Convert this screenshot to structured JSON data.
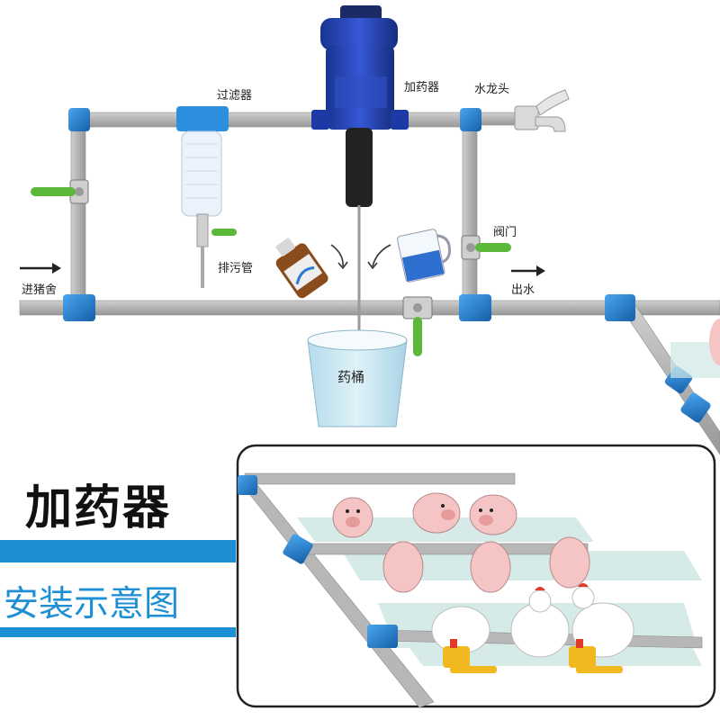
{
  "labels": {
    "filter": "过滤器",
    "doser": "加药器",
    "faucet": "水龙头",
    "drain": "排污管",
    "valve": "阀门",
    "inlet": "进猪舍",
    "outlet": "出水",
    "bucket": "药桶"
  },
  "title": "加药器",
  "subtitle": "安装示意图",
  "colors": {
    "pipe": "#b7b7b7",
    "pipe_edge": "#8c8c8c",
    "fitting": "#1f7fd0",
    "valve_handle": "#5bb83a",
    "doser_body": "#1d3fb0",
    "banner": "#1e8fd5",
    "bucket": "#c7e8f3",
    "pig": "#f5c4c4",
    "floor": "#cfe8e4"
  },
  "icons": [
    "arrow-right-icon",
    "chemical-bottle-icon",
    "measuring-cup-icon",
    "curved-arrow-icon"
  ]
}
